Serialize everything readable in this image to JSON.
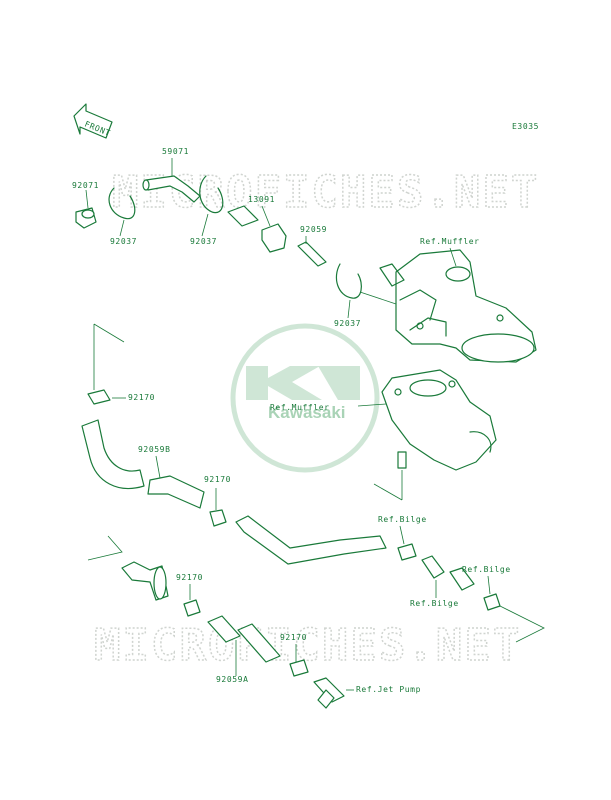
{
  "diagram_code": "E3035",
  "front_arrow_label": "FRONT",
  "watermark": "MICROFICHES.NET",
  "logo_text": "Kawasaki",
  "parts": {
    "p59071": "59071",
    "p92071": "92071",
    "p92037a": "92037",
    "p92037b": "92037",
    "p13091": "13091",
    "p92059": "92059",
    "p92037c": "92037",
    "p92170a": "92170",
    "p92059b": "92059B",
    "p92170b": "92170",
    "p92170c": "92170",
    "p92170d": "92170",
    "p92059a": "92059A"
  },
  "refs": {
    "muffler_top": "Ref.Muffler",
    "muffler_mid": "Ref.Muffler",
    "bilge_a": "Ref.Bilge",
    "bilge_b": "Ref.Bilge",
    "bilge_c": "Ref.Bilge",
    "jet_pump": "Ref.Jet Pump"
  },
  "colors": {
    "line": "#1a7a3a",
    "watermark": "#d0d4d0",
    "logo": "#a9d3b6"
  }
}
